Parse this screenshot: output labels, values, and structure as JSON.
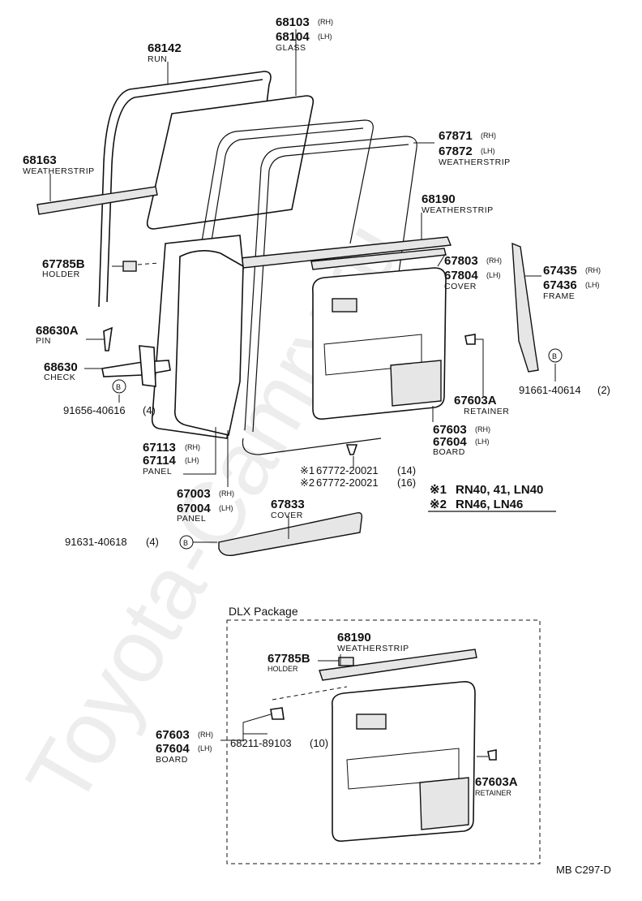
{
  "watermark": "Toyota-Camry.ru",
  "code": "MB C297-D",
  "dlx_title": "DLX Package",
  "notes": {
    "n1_mark": "※1",
    "n1_text": "RN40, 41, LN40",
    "n2_mark": "※2",
    "n2_text": "RN46, LN46"
  },
  "labels": {
    "glass": {
      "pn1": "68103",
      "t1": "(RH)",
      "pn2": "68104",
      "t2": "(LH)",
      "desc": "GLASS"
    },
    "run": {
      "pn": "68142",
      "desc": "RUN"
    },
    "ws_front": {
      "pn": "68163",
      "desc": "WEATHERSTRIP"
    },
    "ws_door": {
      "pn1": "67871",
      "t1": "(RH)",
      "pn2": "67872",
      "t2": "(LH)",
      "desc": "WEATHERSTRIP"
    },
    "ws_belt": {
      "pn": "68190",
      "desc": "WEATHERSTRIP"
    },
    "holder": {
      "pn": "67785B",
      "desc": "HOLDER"
    },
    "cover_top": {
      "pn1": "67803",
      "t1": "(RH)",
      "pn2": "67804",
      "t2": "(LH)",
      "desc": "COVER"
    },
    "frame": {
      "pn1": "67435",
      "t1": "(RH)",
      "pn2": "67436",
      "t2": "(LH)",
      "desc": "FRAME"
    },
    "pin": {
      "pn": "68630A",
      "desc": "PIN"
    },
    "check": {
      "pn": "68630",
      "desc": "CHECK"
    },
    "bolt_a": "91656-40616",
    "bolt_a_qty": "(4)",
    "bolt_b": "91661-40614",
    "bolt_b_qty": "(2)",
    "bolt_c": "91631-40618",
    "bolt_c_qty": "(4)",
    "bolt_mark": "B",
    "retainer": {
      "pn": "67603A",
      "desc": "RETAINER"
    },
    "board": {
      "pn1": "67603",
      "t1": "(RH)",
      "pn2": "67604",
      "t2": "(LH)",
      "desc": "BOARD"
    },
    "panel_inner": {
      "pn1": "67113",
      "t1": "(RH)",
      "pn2": "67114",
      "t2": "(LH)",
      "desc": "PANEL"
    },
    "clip1": {
      "mark": "※1",
      "pn": "67772-20021",
      "qty": "(14)"
    },
    "clip2": {
      "mark": "※2",
      "pn": "67772-20021",
      "qty": "(16)"
    },
    "panel_outer": {
      "pn1": "67003",
      "t1": "(RH)",
      "pn2": "67004",
      "t2": "(LH)",
      "desc": "PANEL"
    },
    "cover_step": {
      "pn": "67833",
      "desc": "COVER"
    }
  },
  "dlx": {
    "ws": {
      "pn": "68190",
      "desc": "WEATHERSTRIP"
    },
    "holder": {
      "pn": "67785B",
      "desc": "HOLDER"
    },
    "board": {
      "pn1": "67603",
      "t1": "(RH)",
      "pn2": "67604",
      "t2": "(LH)",
      "desc": "BOARD"
    },
    "clip": {
      "pn": "68211-89103",
      "qty": "(10)"
    },
    "retainer": {
      "pn": "67603A",
      "desc": "RETAINER"
    }
  }
}
